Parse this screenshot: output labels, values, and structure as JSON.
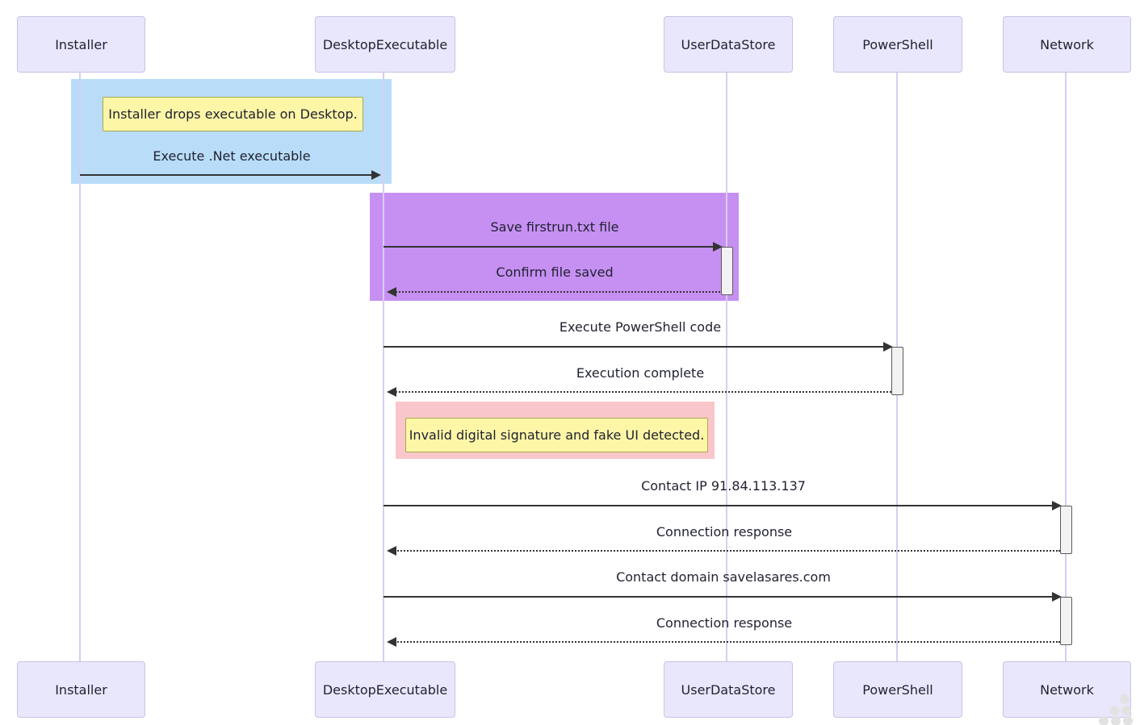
{
  "diagram": {
    "type": "sequence",
    "actors": [
      {
        "name": "Installer"
      },
      {
        "name": "DesktopExecutable"
      },
      {
        "name": "UserDataStore"
      },
      {
        "name": "PowerShell"
      },
      {
        "name": "Network"
      }
    ],
    "notes": [
      {
        "text": "Installer drops executable on Desktop.",
        "over": "Installer,DesktopExecutable",
        "highlight": "blue"
      },
      {
        "text": "Invalid digital signature and fake UI detected.",
        "over": "DesktopExecutable,UserDataStore",
        "highlight": "pink"
      }
    ],
    "messages": [
      {
        "from": "Installer",
        "to": "DesktopExecutable",
        "text": "Execute .Net executable",
        "line": "solid"
      },
      {
        "from": "DesktopExecutable",
        "to": "UserDataStore",
        "text": "Save firstrun.txt file",
        "line": "solid"
      },
      {
        "from": "UserDataStore",
        "to": "DesktopExecutable",
        "text": "Confirm file saved",
        "line": "dotted"
      },
      {
        "from": "DesktopExecutable",
        "to": "PowerShell",
        "text": "Execute PowerShell code",
        "line": "solid"
      },
      {
        "from": "PowerShell",
        "to": "DesktopExecutable",
        "text": "Execution complete",
        "line": "dotted"
      },
      {
        "from": "DesktopExecutable",
        "to": "Network",
        "text": "Contact IP 91.84.113.137",
        "line": "solid"
      },
      {
        "from": "Network",
        "to": "DesktopExecutable",
        "text": "Connection response",
        "line": "dotted"
      },
      {
        "from": "DesktopExecutable",
        "to": "Network",
        "text": "Contact domain savelasares.com",
        "line": "solid"
      },
      {
        "from": "Network",
        "to": "DesktopExecutable",
        "text": "Connection response",
        "line": "dotted"
      }
    ]
  },
  "colors": {
    "actor_fill": "#e9e7fb",
    "actor_border": "#c9c2e8",
    "lifeline": "#d9cdf1",
    "arrow": "#333333",
    "text": "#1f2130",
    "note_fill": "#fdf6a7",
    "note_border": "#a9a94f",
    "highlight_blue": "#b9ddf8",
    "highlight_purple": "#c690f2",
    "highlight_pink": "#f9c6cb",
    "activation_fill": "#f2f2f2",
    "activation_border": "#5b5b5b",
    "watermark_dot": "#e2e2e2"
  }
}
